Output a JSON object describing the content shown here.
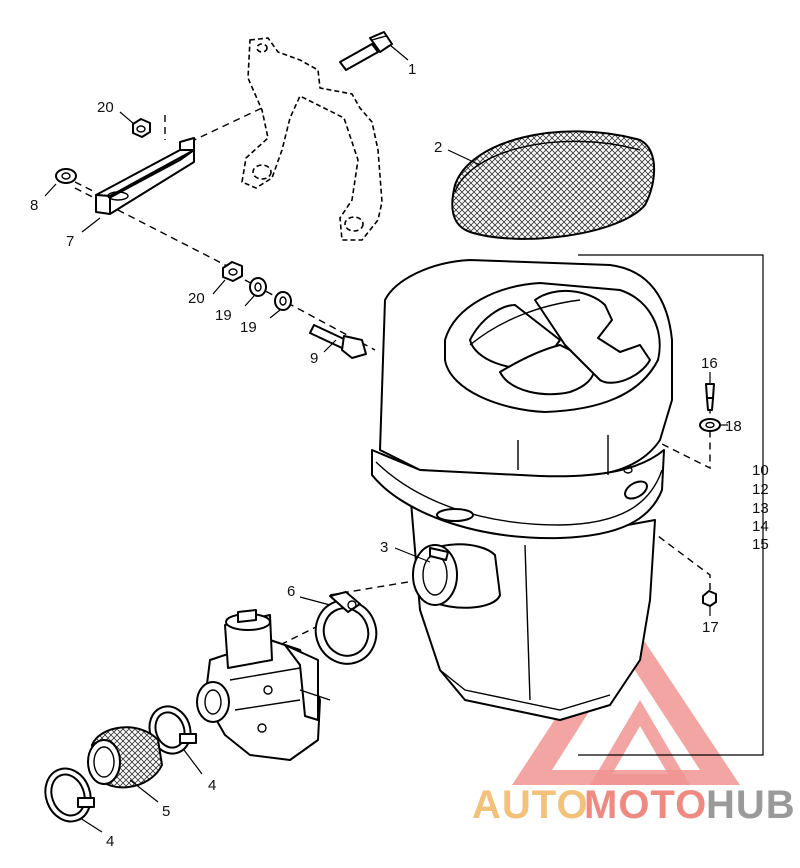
{
  "callouts": {
    "c1": "1",
    "c2": "2",
    "c3": "3",
    "c4a": "4",
    "c4b": "4",
    "c5": "5",
    "c6": "6",
    "c7": "7",
    "c8": "8",
    "c9": "9",
    "c10": "10",
    "c12": "12",
    "c13": "13",
    "c14": "14",
    "c15": "15",
    "c16": "16",
    "c17": "17",
    "c18": "18",
    "c19a": "19",
    "c19b": "19",
    "c20a": "20",
    "c20b": "20"
  },
  "watermark": {
    "part_auto": "AUTO",
    "part_moto": "MOTO",
    "part_hub": "HUB",
    "colors": {
      "auto": "#f2c27a",
      "moto": "#ef8a82",
      "hub": "#9a9a9a",
      "triangle": "#ef8a86"
    }
  }
}
